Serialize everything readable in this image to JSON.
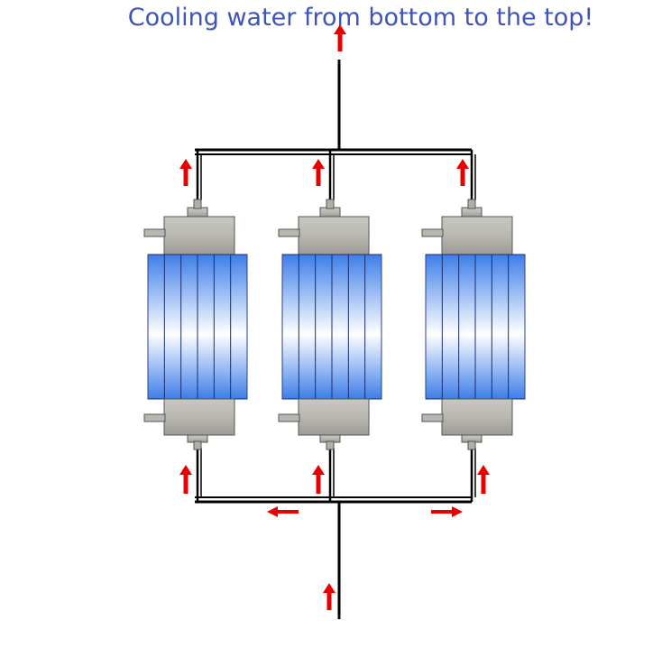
{
  "title": "Cooling water from bottom to the top!",
  "colors": {
    "title": "#3f55b5",
    "pipe": "#000000",
    "arrow": "#e80000",
    "membrane_dark": "#3d7ee8",
    "membrane_light": "#ffffff",
    "cap": "#b5b5ad",
    "cap_edge": "#555555"
  },
  "diagram": {
    "modules": [
      {
        "id": "left",
        "name": "module-left"
      },
      {
        "id": "center",
        "name": "module-center"
      },
      {
        "id": "right",
        "name": "module-right"
      }
    ],
    "flow_direction": "bottom-to-top"
  }
}
